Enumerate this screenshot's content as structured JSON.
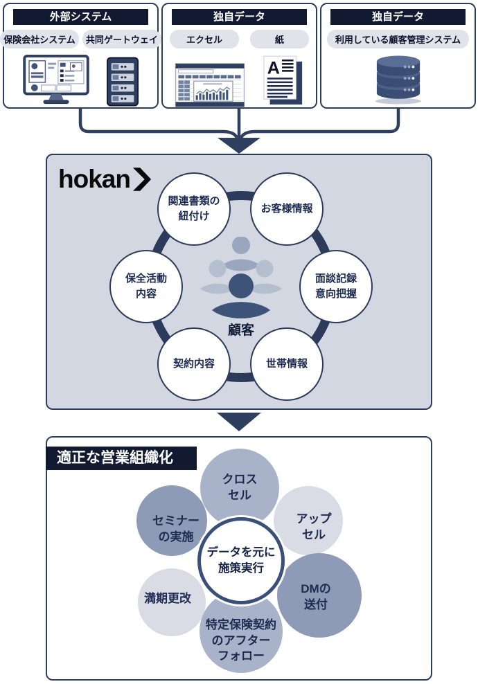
{
  "colors": {
    "accent_navy": "#2e3f5f",
    "header_bg": "#111a31",
    "hokan_box_bg": "#d3d7e1",
    "tag_bg": "#e0e3ea",
    "ring_navy": "#2c3b5c",
    "petal_dark": "#8d9bb6",
    "petal_medium": "#a8b2c8",
    "petal_light": "#d9dce5",
    "people_front": "#3e5378",
    "people_back": "#9aa6be"
  },
  "sources": [
    {
      "header": "外部システム",
      "tags": [
        "保険会社システム",
        "共同ゲートウェイ"
      ],
      "icons": [
        "crm-monitor-icon",
        "server-rack-icon"
      ]
    },
    {
      "header": "独自データ",
      "tags": [
        "エクセル",
        "紙"
      ],
      "icons": [
        "spreadsheet-icon",
        "paper-document-icon"
      ]
    },
    {
      "header": "独自データ",
      "tags": [
        "利用している顧客管理システム"
      ],
      "icons": [
        "database-icon"
      ]
    }
  ],
  "hokan": {
    "logo_text": "hokan",
    "center_label": "顧客",
    "items": [
      {
        "label": "関連書類の\n紐付け"
      },
      {
        "label": "お客様情報"
      },
      {
        "label": "面談記録\n意向把握"
      },
      {
        "label": "世帯情報"
      },
      {
        "label": "契約内容"
      },
      {
        "label": "保全活動\n内容"
      }
    ]
  },
  "result": {
    "header": "適正な営業組織化",
    "center_label": "データを元に\n施策実行",
    "petals": [
      {
        "label": "クロス\nセル"
      },
      {
        "label": "アップ\nセル"
      },
      {
        "label": "DMの\n送付"
      },
      {
        "label": "特定保険契約\nのアフター\nフォロー"
      },
      {
        "label": "満期更改"
      },
      {
        "label": "セミナー\nの実施"
      }
    ]
  }
}
